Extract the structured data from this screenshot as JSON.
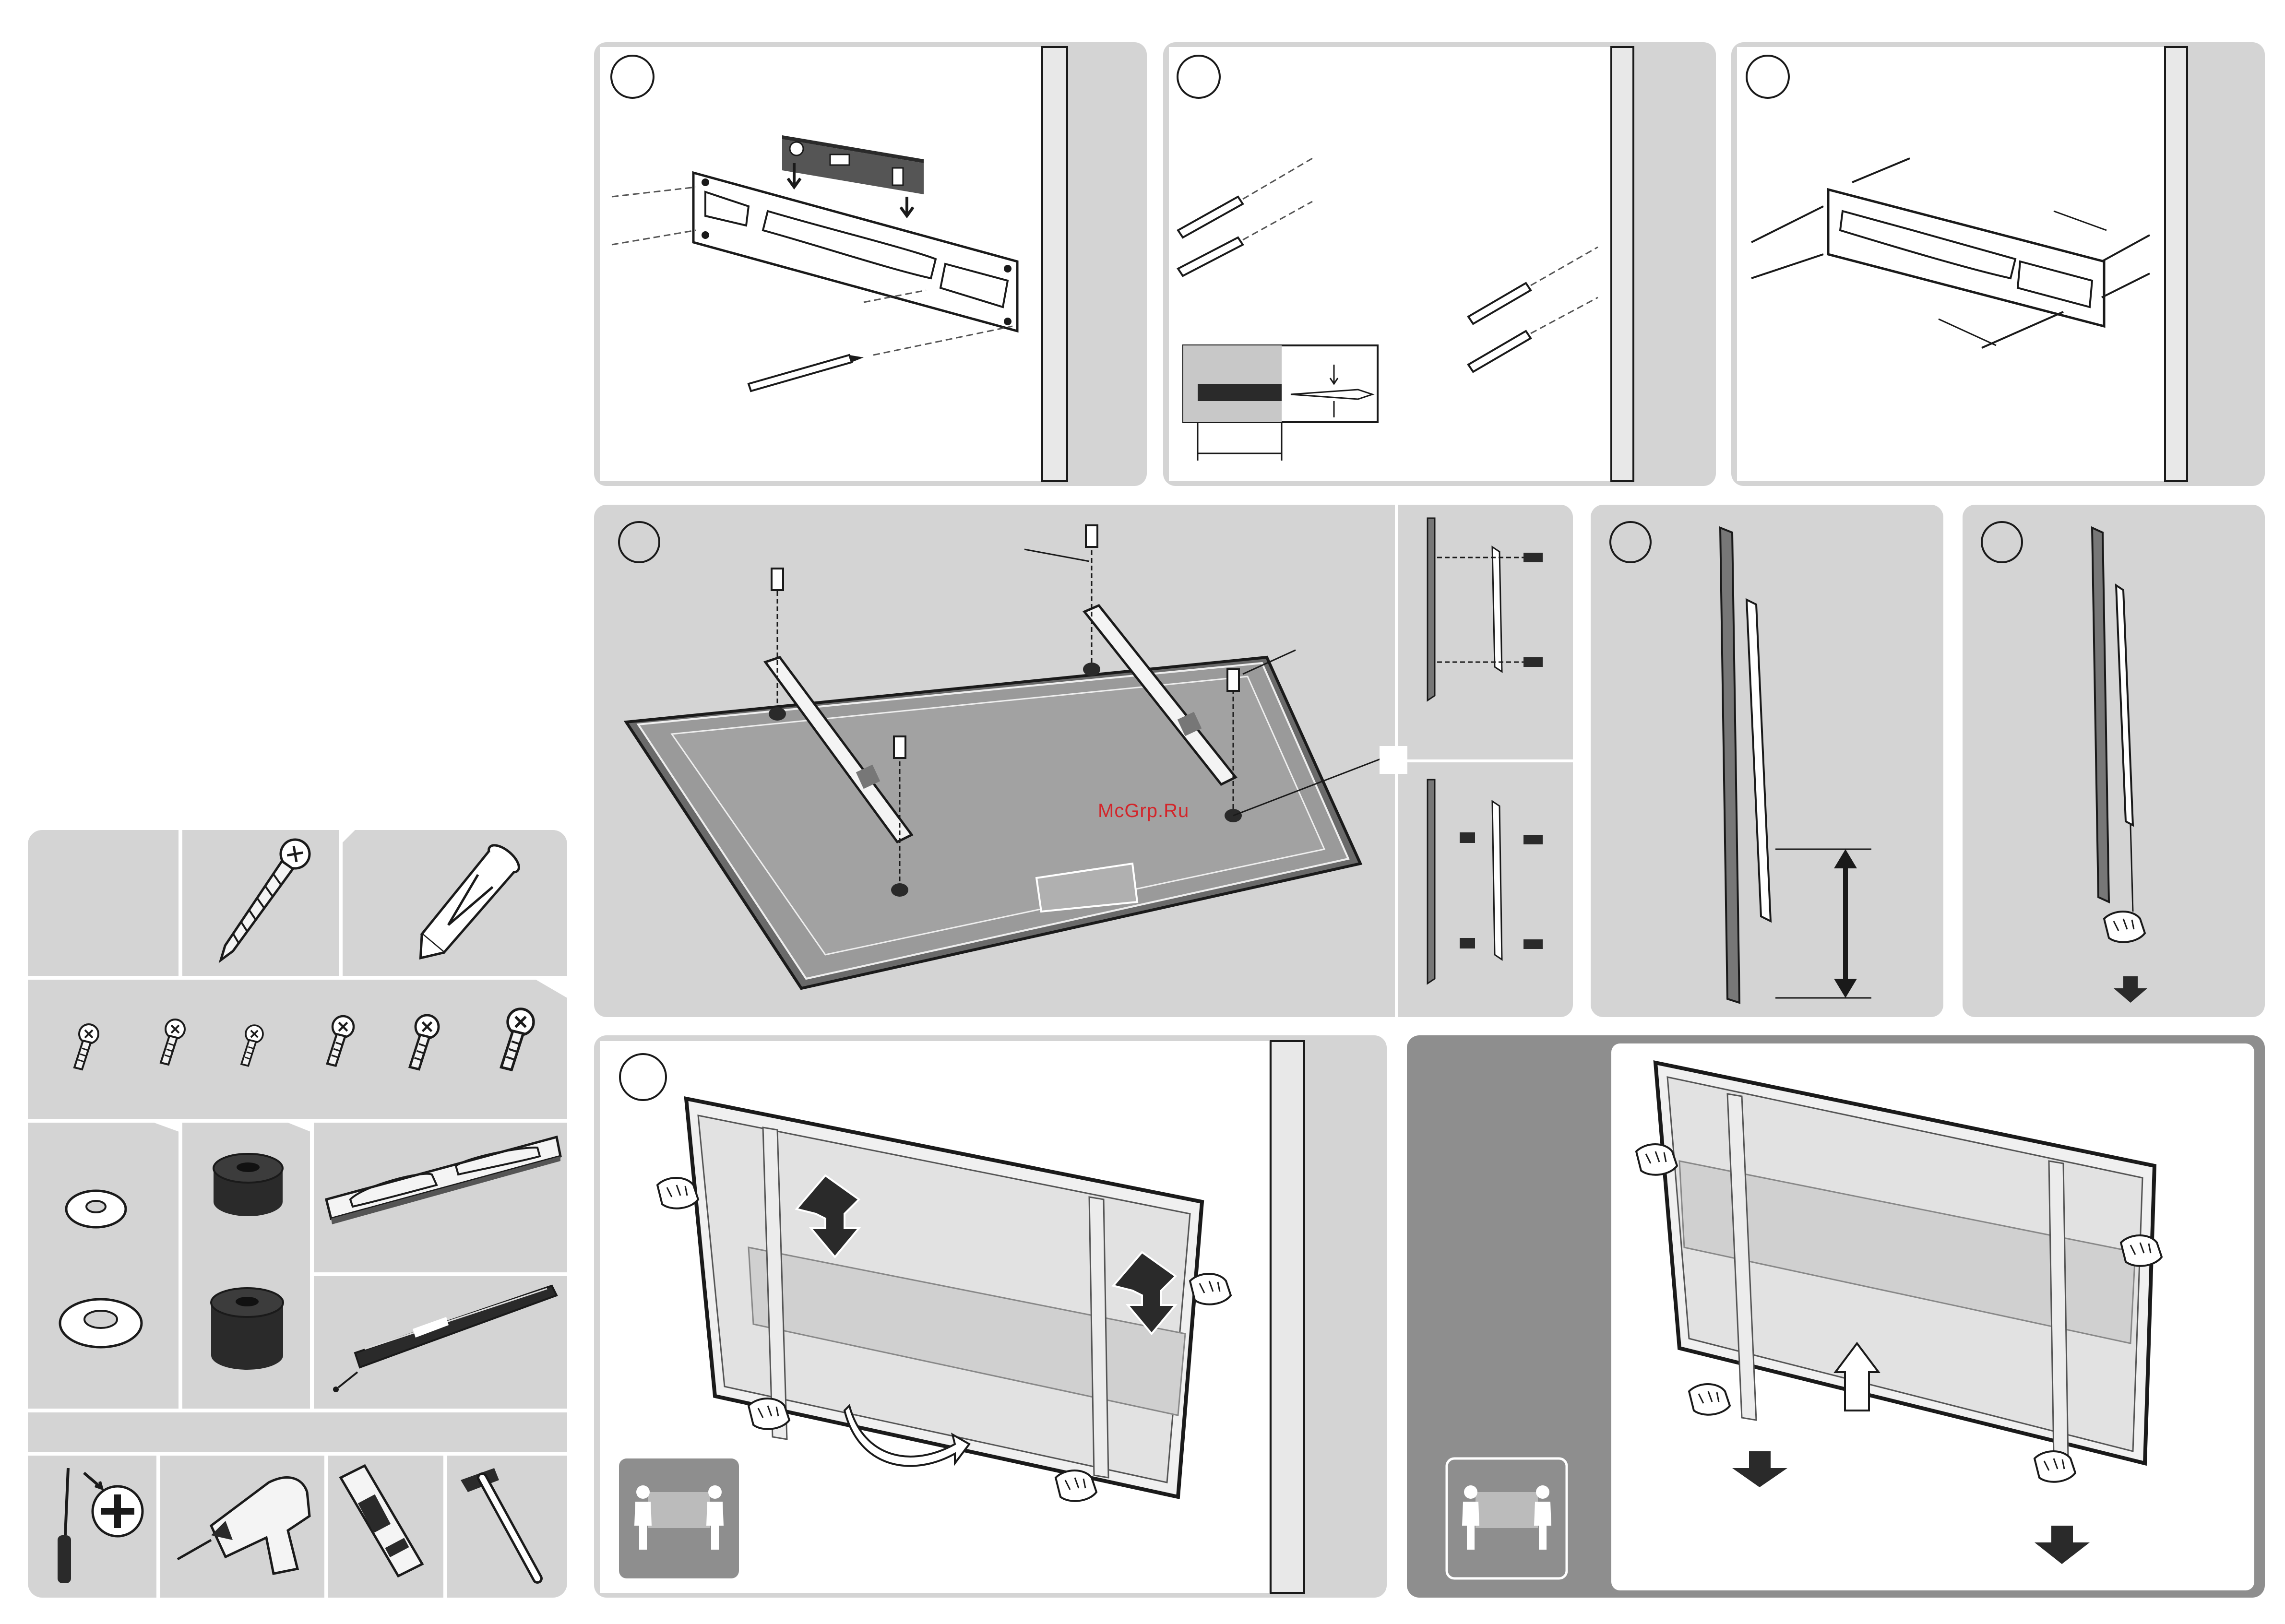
{
  "document": {
    "type": "wall-mount installation guide",
    "panel_count": 9,
    "parts_kit_tile_count": 8,
    "tools_shown": [
      "screwdriver-icon",
      "drill-icon",
      "stud-finder-icon",
      "hammer-icon"
    ],
    "people_needed_badges": 2
  },
  "watermark": "McGrp.Ru",
  "colors": {
    "panel_bg": "#d4d4d4",
    "panel_dark": "#8e8e8e",
    "line": "#1a1a1a",
    "white": "#ffffff",
    "watermark": "#d3252a"
  }
}
